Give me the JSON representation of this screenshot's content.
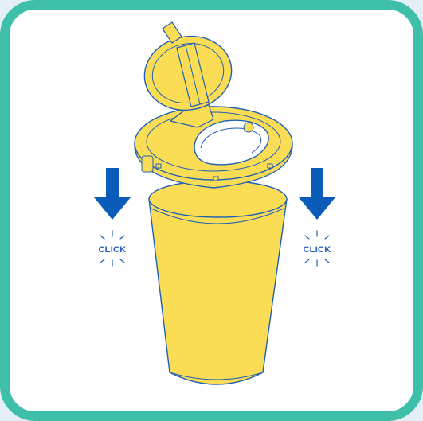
{
  "illustration": {
    "name": "cup-lid-assembly",
    "colors": {
      "border": "#3dbfaa",
      "background": "#ffffff",
      "cup_fill": "#fbdd55",
      "outline": "#1f5fb4",
      "arrow": "#0b5cb8",
      "lid_opening": "#ffffff"
    },
    "left_indicator": {
      "icon": "down-arrow-icon",
      "label": "CLICK"
    },
    "right_indicator": {
      "icon": "down-arrow-icon",
      "label": "CLICK"
    }
  }
}
